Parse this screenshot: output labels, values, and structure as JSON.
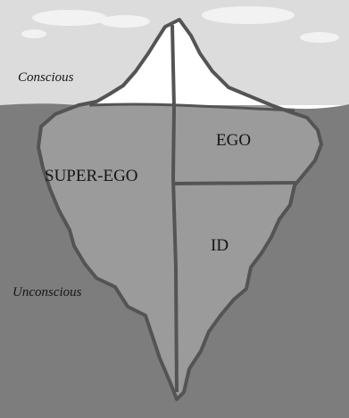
{
  "diagram": {
    "zones": {
      "top": "Conscious",
      "bottom": "Unconscious"
    },
    "regions": {
      "ego": "EGO",
      "superego": "SUPER-EGO",
      "id": "ID"
    }
  },
  "colors": {
    "sky": "#dcdcdc",
    "cloud": "#f2f2f2",
    "water": "#7d7d7d",
    "ice_above": "#ffffff",
    "ice_below": "#9b9b9b",
    "outline": "#545454"
  }
}
